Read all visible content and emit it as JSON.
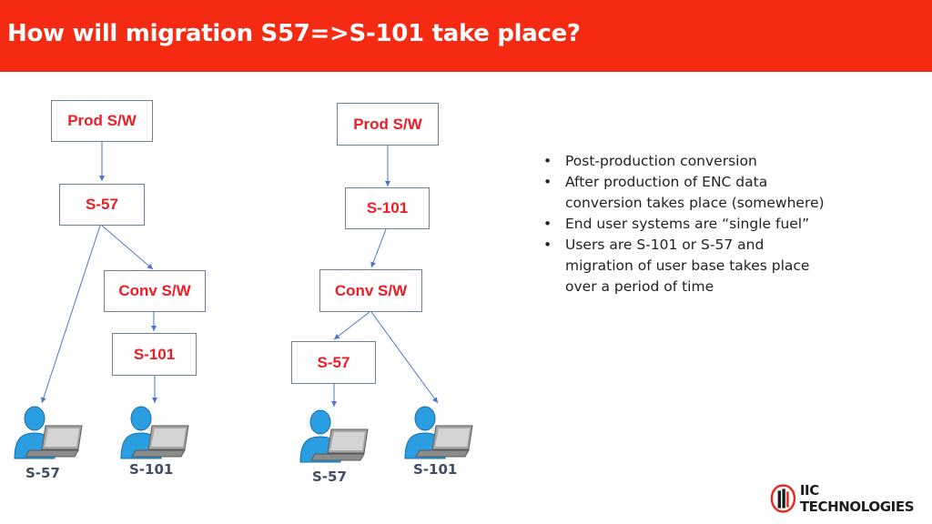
{
  "slide": {
    "title": "How will migration S57=>S-101 take place?"
  },
  "diagram_left": {
    "prod": "Prod S/W",
    "s57": "S-57",
    "conv": "Conv S/W",
    "s101": "S-101",
    "user_a_label": "S-57",
    "user_b_label": "S-101"
  },
  "diagram_right": {
    "prod": "Prod S/W",
    "s101": "S-101",
    "conv": "Conv S/W",
    "s57": "S-57",
    "user_a_label": "S-57",
    "user_b_label": "S-101"
  },
  "bullets": [
    "Post-production conversion",
    "After production of ENC data conversion takes place (somewhere)",
    "End user systems are “single fuel”",
    "Users are S-101 or S-57 and migration of user base takes place over a period of time"
  ],
  "logo": {
    "text": "IIC TECHNOLOGIES"
  },
  "colors": {
    "header": "#f42a13",
    "box_text": "#ee1c25",
    "arrow": "#4a76c9",
    "user_icon": "#2a9ee0"
  }
}
